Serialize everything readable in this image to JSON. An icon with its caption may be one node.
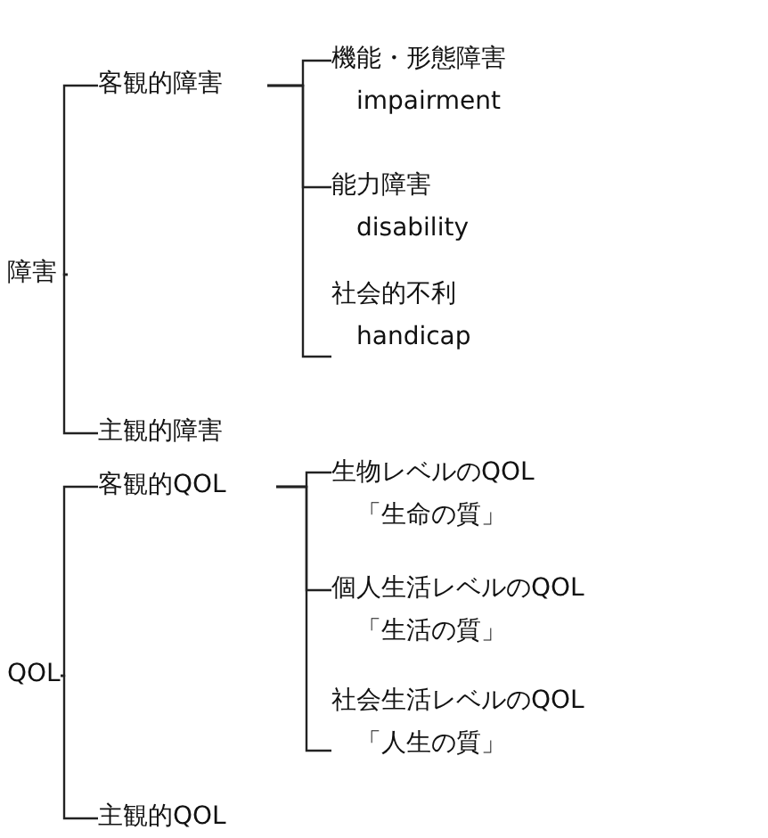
{
  "diagram": {
    "nodes": [
      {
        "text": [
          "障害"
        ]
      },
      {
        "text": [
          "客観的障害"
        ]
      },
      {
        "text": [
          "主観的障害"
        ]
      },
      {
        "text": [
          "機能・形態障害",
          "impairment"
        ]
      },
      {
        "text": [
          "能力障害",
          "disability"
        ]
      },
      {
        "text": [
          "社会的不利",
          "handicap"
        ]
      },
      {
        "text": [
          "QOL"
        ]
      },
      {
        "text": [
          "客観的QOL"
        ]
      },
      {
        "text": [
          "主観的QOL"
        ]
      },
      {
        "text": [
          "生物レベルのQOL",
          "「生命の質」"
        ]
      },
      {
        "text": [
          "個人生活レベルのQOL",
          "「生活の質」"
        ]
      },
      {
        "text": [
          "社会生活レベルのQOL",
          "「人生の質」"
        ]
      }
    ],
    "edges": [
      {
        "from": 0,
        "to": 1,
        "arrow": "none"
      },
      {
        "from": 0,
        "to": 2,
        "arrow": "none"
      },
      {
        "from": 1,
        "to": 3,
        "arrow": "none"
      },
      {
        "from": 1,
        "to": 4,
        "arrow": "none"
      },
      {
        "from": 1,
        "to": 5,
        "arrow": "none"
      },
      {
        "from": 6,
        "to": 7,
        "arrow": "none"
      },
      {
        "from": 6,
        "to": 8,
        "arrow": "none"
      },
      {
        "from": 7,
        "to": 9,
        "arrow": "none"
      },
      {
        "from": 7,
        "to": 10,
        "arrow": "none"
      },
      {
        "from": 7,
        "to": 11,
        "arrow": "none"
      }
    ]
  }
}
